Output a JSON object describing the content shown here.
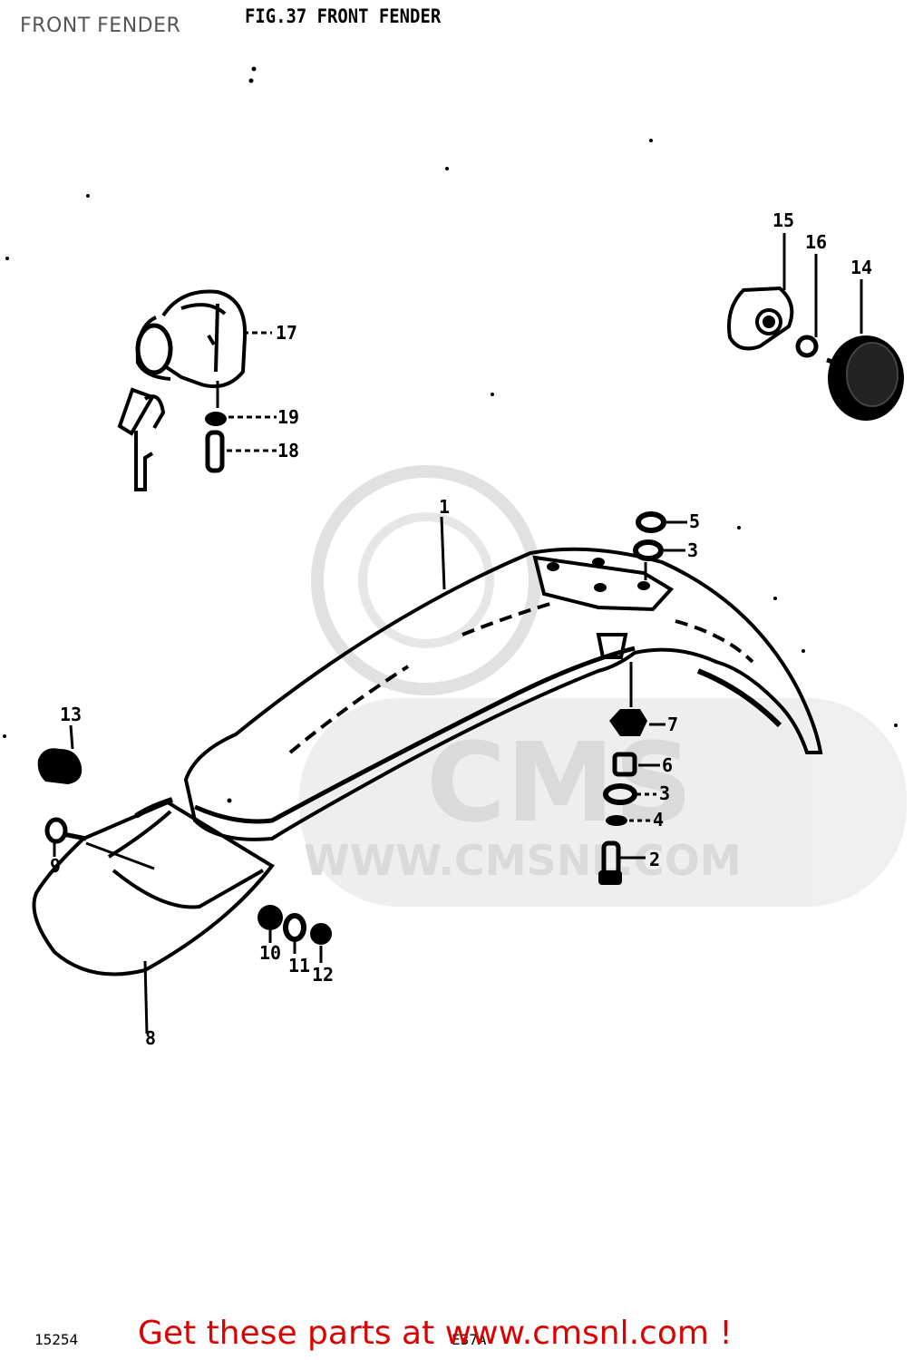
{
  "page_label": "FRONT FENDER",
  "figure_title": "FIG.37   FRONT FENDER",
  "watermark": {
    "brand": "CMS",
    "url": "WWW.CMSNL.COM",
    "color": "#d9d9d9"
  },
  "callouts": {
    "c1": "1",
    "c2": "2",
    "c3a": "3",
    "c3b": "3",
    "c4": "4",
    "c5": "5",
    "c6": "6",
    "c7": "7",
    "c8": "8",
    "c9": "9",
    "c10": "10",
    "c11": "11",
    "c12": "12",
    "c13": "13",
    "c14": "14",
    "c15": "15",
    "c16": "16",
    "c17": "17",
    "c18": "18",
    "c19": "19"
  },
  "footer": {
    "code_left": "15254",
    "code_mid": "E37A",
    "cta": "Get these parts at www.cmsnl.com !",
    "cta_color": "#dd0000"
  }
}
